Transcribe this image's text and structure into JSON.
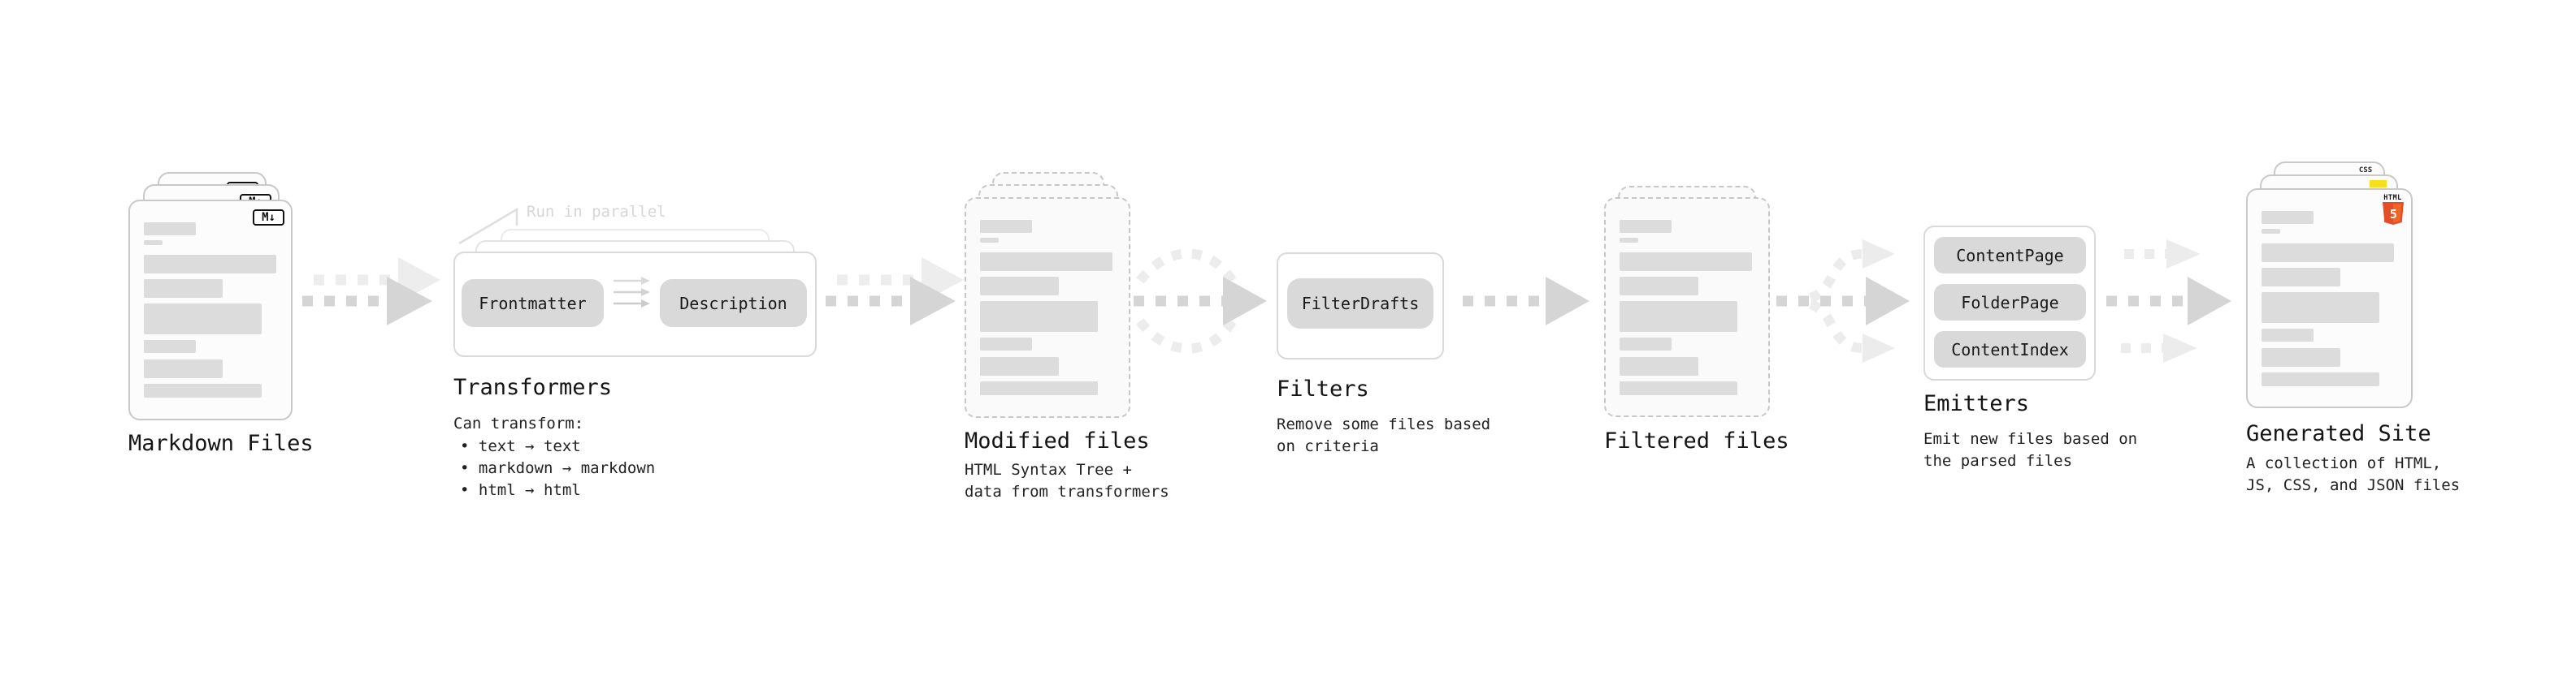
{
  "stages": {
    "markdown_files": {
      "label": "Markdown Files",
      "badge": "M↓"
    },
    "transformers": {
      "label": "Transformers",
      "annotation": "Run in parallel",
      "pills": {
        "left": "Frontmatter",
        "right": "Description"
      },
      "note_heading": "Can transform:",
      "bullets": [
        "• text → text",
        "• markdown → markdown",
        "• html → html"
      ]
    },
    "modified_files": {
      "label": "Modified files",
      "sublabel": "HTML Syntax Tree +\ndata from transformers"
    },
    "filters": {
      "label": "Filters",
      "sublabel": "Remove some files based\non criteria",
      "pill": "FilterDrafts"
    },
    "filtered_files": {
      "label": "Filtered files"
    },
    "emitters": {
      "label": "Emitters",
      "sublabel": "Emit new files based on\nthe parsed files",
      "pills": [
        "ContentPage",
        "FolderPage",
        "ContentIndex"
      ]
    },
    "generated_site": {
      "label": "Generated Site",
      "sublabel": "A collection of HTML,\nJS, CSS, and JSON files",
      "badges": {
        "html": "HTML",
        "html_number": "5",
        "css": "CSS"
      }
    }
  },
  "colors": {
    "html5_orange": "#e44d26",
    "html5_orange_light": "#f16529",
    "js_yellow": "#f7df1e",
    "css_blue": "#2b63e8"
  },
  "doc_bars": [
    {
      "w": 64,
      "h": 16,
      "mb": 6
    },
    {
      "w": 23,
      "h": 6,
      "mb": 12
    },
    {
      "w": 163,
      "h": 23,
      "mb": 7
    },
    {
      "w": 97,
      "h": 23,
      "mb": 7
    },
    {
      "w": 145,
      "h": 38,
      "mb": 7
    },
    {
      "w": 64,
      "h": 16,
      "mb": 8
    },
    {
      "w": 97,
      "h": 23,
      "mb": 7
    },
    {
      "w": 145,
      "h": 17,
      "mb": 0
    }
  ]
}
